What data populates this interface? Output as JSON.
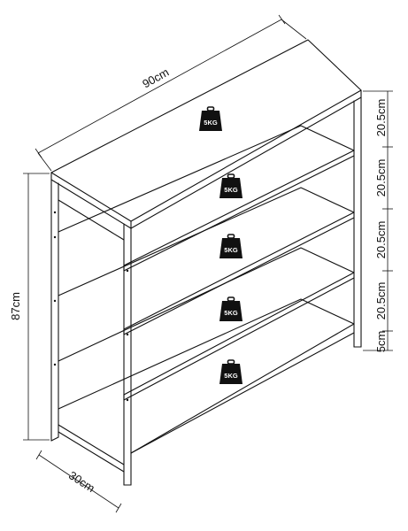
{
  "dimensions": {
    "width": "90cm",
    "height": "87cm",
    "depth": "30cm",
    "shelf_spacing": [
      "20.5cm",
      "20.5cm",
      "20.5cm",
      "20.5cm",
      "5cm"
    ]
  },
  "weight_badge": "5KG",
  "badge_count": 5,
  "colors": {
    "line": "#111111",
    "badge": "#111111",
    "background": "#ffffff"
  }
}
